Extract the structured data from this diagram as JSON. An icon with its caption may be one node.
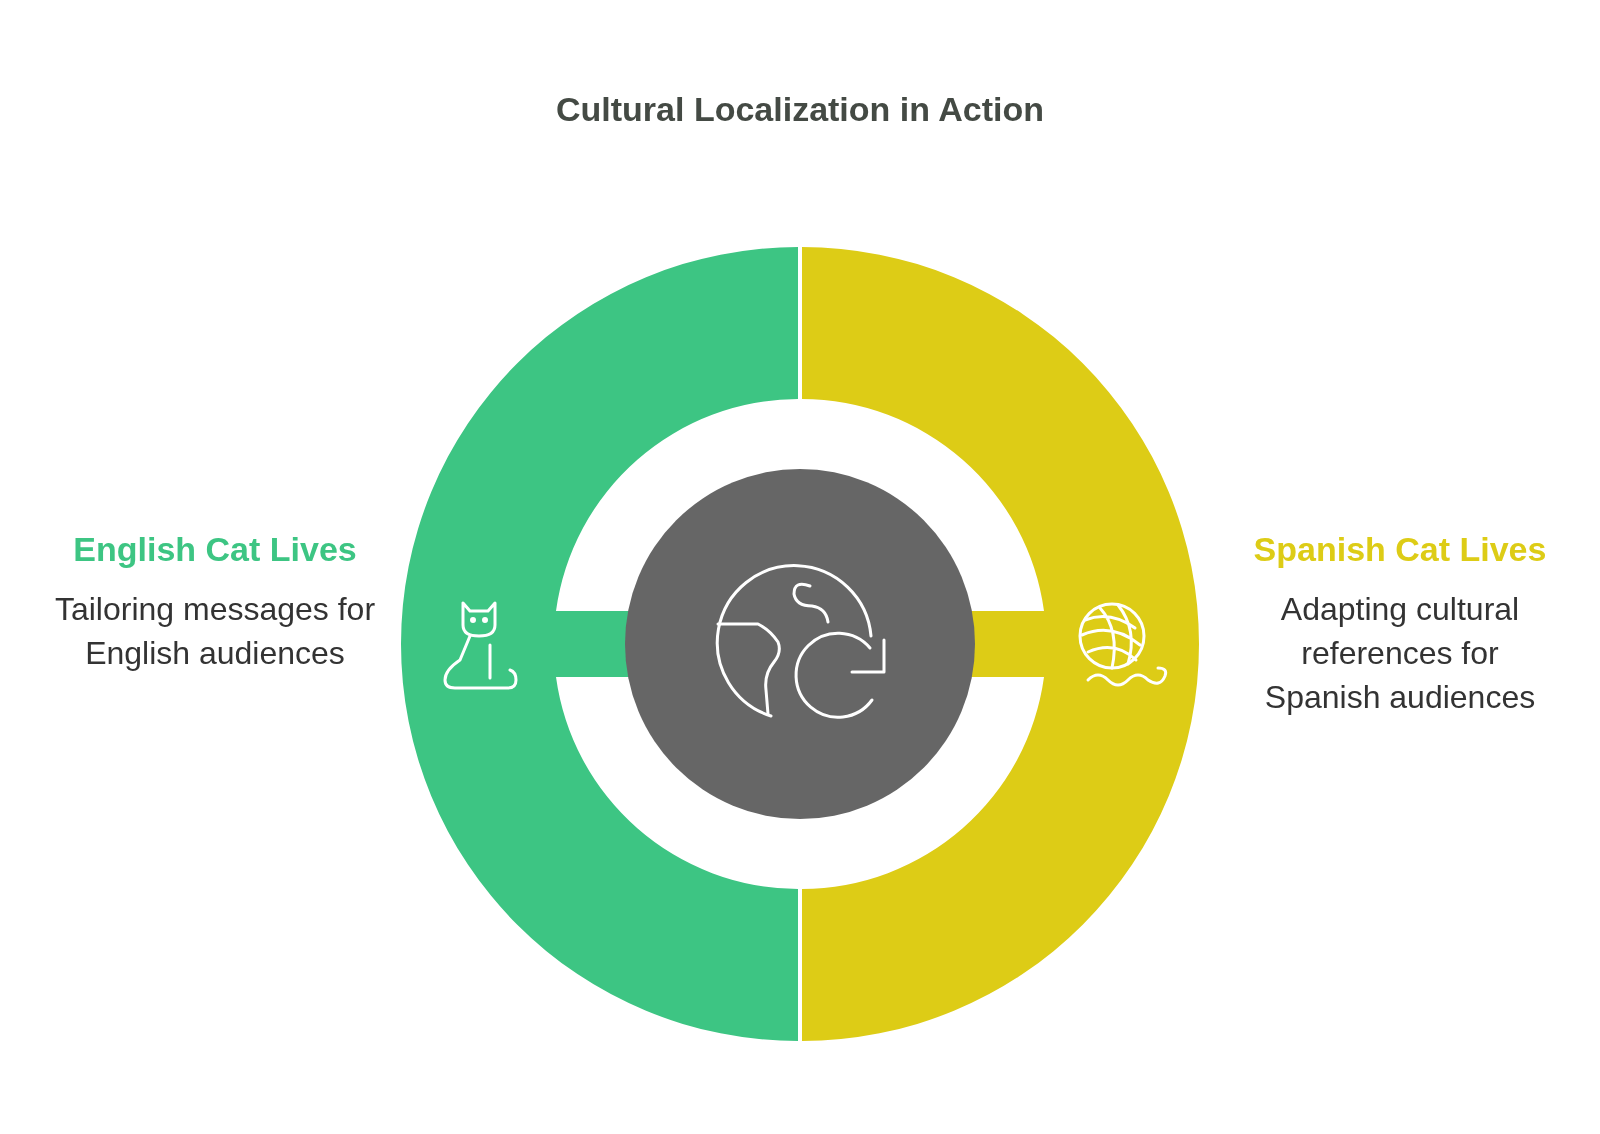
{
  "diagram": {
    "title": "Cultural Localization in Action",
    "nodes": [
      {
        "text": [
          "English Cat Lives",
          "Tailoring messages for English audiences"
        ]
      },
      {
        "text": [
          "Spanish Cat Lives",
          "Adapting cultural references for Spanish audiences"
        ]
      },
      {
        "text": [],
        "shape": "circle"
      }
    ],
    "edges": []
  }
}
